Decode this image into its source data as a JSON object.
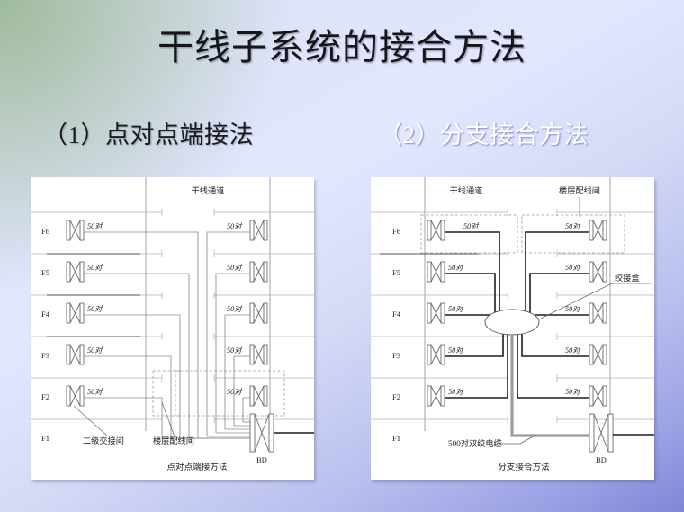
{
  "slide": {
    "title": "干线子系统的接合方法",
    "background_colors": {
      "top_left_tint": "#96b48c",
      "mid": "#e2e6ff",
      "bottom_right": "#7f86d8"
    }
  },
  "sections": [
    {
      "id": "point-to-point",
      "heading": "（1）点对点端接法",
      "heading_color": "#191a20",
      "diagram": {
        "caption": "点对点端接方法",
        "trunk_label": "干线通道",
        "floors": [
          "F6",
          "F5",
          "F4",
          "F3",
          "F2",
          "F1"
        ],
        "pair_label": "50对",
        "bd_label": "BD",
        "annotations": [
          {
            "name": "secondary-cross-connect",
            "text": "二级交接间"
          },
          {
            "name": "floor-distribution-room",
            "text": "楼层配线间"
          }
        ]
      }
    },
    {
      "id": "branch-splice",
      "heading": "（2）分支接合方法",
      "heading_color": "#ffffff",
      "diagram": {
        "caption": "分支接合方法",
        "trunk_label": "干线通道",
        "floor_room_label": "楼层配线间",
        "floors": [
          "F6",
          "F5",
          "F4",
          "F3",
          "F2",
          "F1"
        ],
        "pair_label": "50对",
        "bd_label": "BD",
        "annotations": [
          {
            "name": "splice-box",
            "text": "绞接盒"
          },
          {
            "name": "main-cable",
            "text": "500对双绞电缆"
          }
        ]
      }
    }
  ]
}
